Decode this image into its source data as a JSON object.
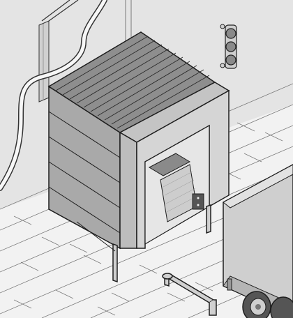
{
  "figure": {
    "type": "technical-illustration",
    "components": [
      {
        "id": "loading-dock-house",
        "icon": "dock-house-icon"
      },
      {
        "id": "roof-panels",
        "icon": "corrugated-roof-icon"
      },
      {
        "id": "side-wall-panels",
        "icon": "wall-panels-icon"
      },
      {
        "id": "dock-seal-frame",
        "icon": "seal-frame-icon"
      },
      {
        "id": "dock-leveller",
        "icon": "leveller-icon"
      },
      {
        "id": "support-legs",
        "icon": "support-leg-icon"
      },
      {
        "id": "traffic-light",
        "icon": "traffic-light-icon"
      },
      {
        "id": "wheel-guide",
        "icon": "wheel-guide-icon"
      },
      {
        "id": "truck-trailer",
        "icon": "truck-icon"
      }
    ],
    "colors": {
      "background": "#f2f2f2",
      "building-wall": "#dcdcdc",
      "panel-gray": "#a9a9a9",
      "panel-light": "#c4c4c4",
      "roof": "#8e8e8e",
      "outline": "#1e1e1e",
      "floor-lines": "#6a6a6a",
      "truck-body": "#cfcfcf"
    }
  }
}
